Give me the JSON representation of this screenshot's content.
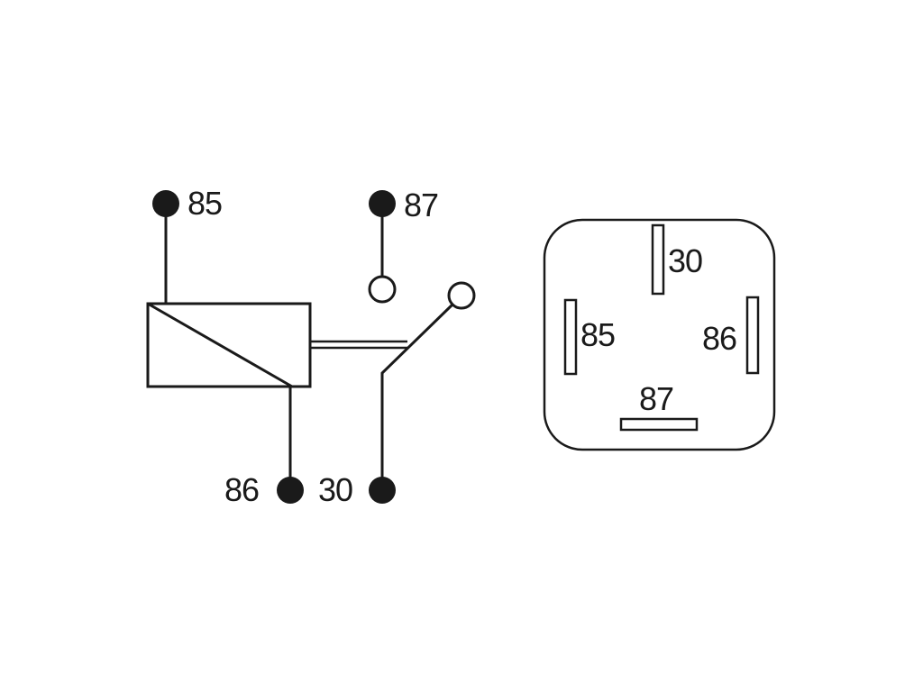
{
  "schematic": {
    "terminals": {
      "t85": "85",
      "t87": "87",
      "t86": "86",
      "t30": "30"
    }
  },
  "pinout": {
    "pins": {
      "p30": "30",
      "p85": "85",
      "p86": "86",
      "p87": "87"
    }
  },
  "colors": {
    "ink": "#1a1a1a",
    "background": "#ffffff"
  }
}
